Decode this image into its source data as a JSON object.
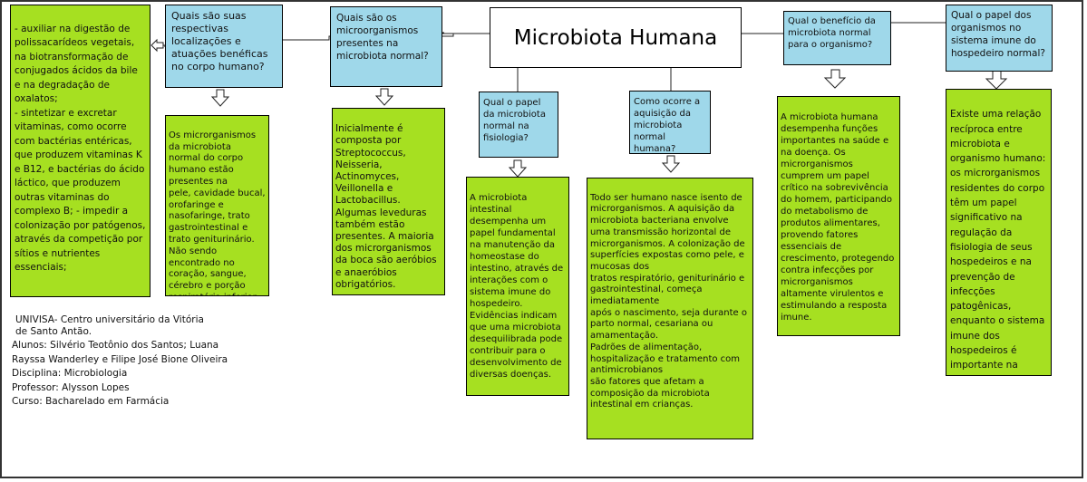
{
  "title": "Microbiota Humana",
  "questions": {
    "q1": "Quais são suas respectivas localizações e atuações benéficas no corpo humano?",
    "q2": "Quais são os microorganismos presentes na microbiota normal?",
    "q3": "Qual o papel da microbiota normal na fisiologia?",
    "q4": "Como ocorre a aquisição da microbiota normal humana?",
    "q5": "Qual o benefício da microbiota normal para o organismo?",
    "q6": "Qual o papel dos organismos no sistema imune do hospedeiro normal?"
  },
  "answers": {
    "left": " - auxiliar na digestão de polissacarídeos vegetais, na biotransformação de conjugados ácidos da bile e na degradação de oxalatos;\n- sintetizar e excretar vitaminas, como ocorre com bactérias entéricas, que produzem vitaminas K e B12, e bactérias do ácido láctico, que produzem outras vitaminas do complexo B; - impedir a colonização por patógenos, através da competição por sítios e nutrientes essenciais;",
    "a1": "Os microrganismos da microbiota normal do corpo humano estão presentes na\npele, cavidade bucal, orofaringe e nasofaringe, trato gastrointestinal e trato geniturinário. Não sendo encontrado no coração, sangue, cérebro e porção\nrespiratória inferior.",
    "a2": "Inicialmente é composta por Streptococcus, Neisseria, Actinomyces, Veillonella e Lactobacillus. Algumas leveduras também estão presentes. A maioria dos microrganismos da boca são aeróbios e anaeróbios obrigatórios.",
    "a3": "A microbiota intestinal desempenha um papel fundamental na manutenção da homeostase do intestino, através de interações com o sistema imune do hospedeiro.\nEvidências indicam que uma microbiota desequilibrada pode contribuir para o desenvolvimento de diversas doenças.",
    "a4": "Todo ser humano nasce isento de microrganismos. A aquisição da microbiota bacteriana envolve uma transmissão horizontal de microrganismos. A colonização de superfícies expostas como pele, e mucosas dos\ntratos respiratório, geniturinário e gastrointestinal, começa imediatamente\napós o nascimento, seja durante o parto normal, cesariana ou amamentação.\nPadrões de alimentação, hospitalização e tratamento com antimicrobianos\nsão fatores que afetam a composição da microbiota intestinal em crianças.",
    "a5": "A microbiota humana desempenha funções importantes na saúde e na doença. Os microrganismos cumprem um papel crítico na sobrevivência do homem, participando do metabolismo de produtos alimentares, provendo fatores essenciais de crescimento, protegendo contra infecções por microrganismos altamente virulentos e estimulando a resposta imune.",
    "a6": "Existe uma relação recíproca entre microbiota e organismo humano: os microrganismos residentes do corpo têm um papel significativo na regulação da fisiologia de seus hospedeiros e na prevenção de infecções patogênicas, enquanto o sistema imune dos hospedeiros é importante na determinação da composição da microbiota."
  },
  "credits": {
    "l1": "UNIVISA-  Centro universitário da Vitória",
    "l2": "de Santo Antão.",
    "l3": "Alunos: Silvério Teotônio dos Santos; Luana",
    "l4": "Rayssa Wanderley e Filipe José Bione Oliveira",
    "l5": "Disciplina: Microbiologia",
    "l6": "Professor: Alysson Lopes",
    "l7": "Curso: Bacharelado em Farmácia"
  },
  "colors": {
    "question": "#9fd8ea",
    "answer": "#a6e021",
    "main": "#ffffff"
  },
  "icons": [
    "down-arrow-icon",
    "left-arrow-icon"
  ]
}
